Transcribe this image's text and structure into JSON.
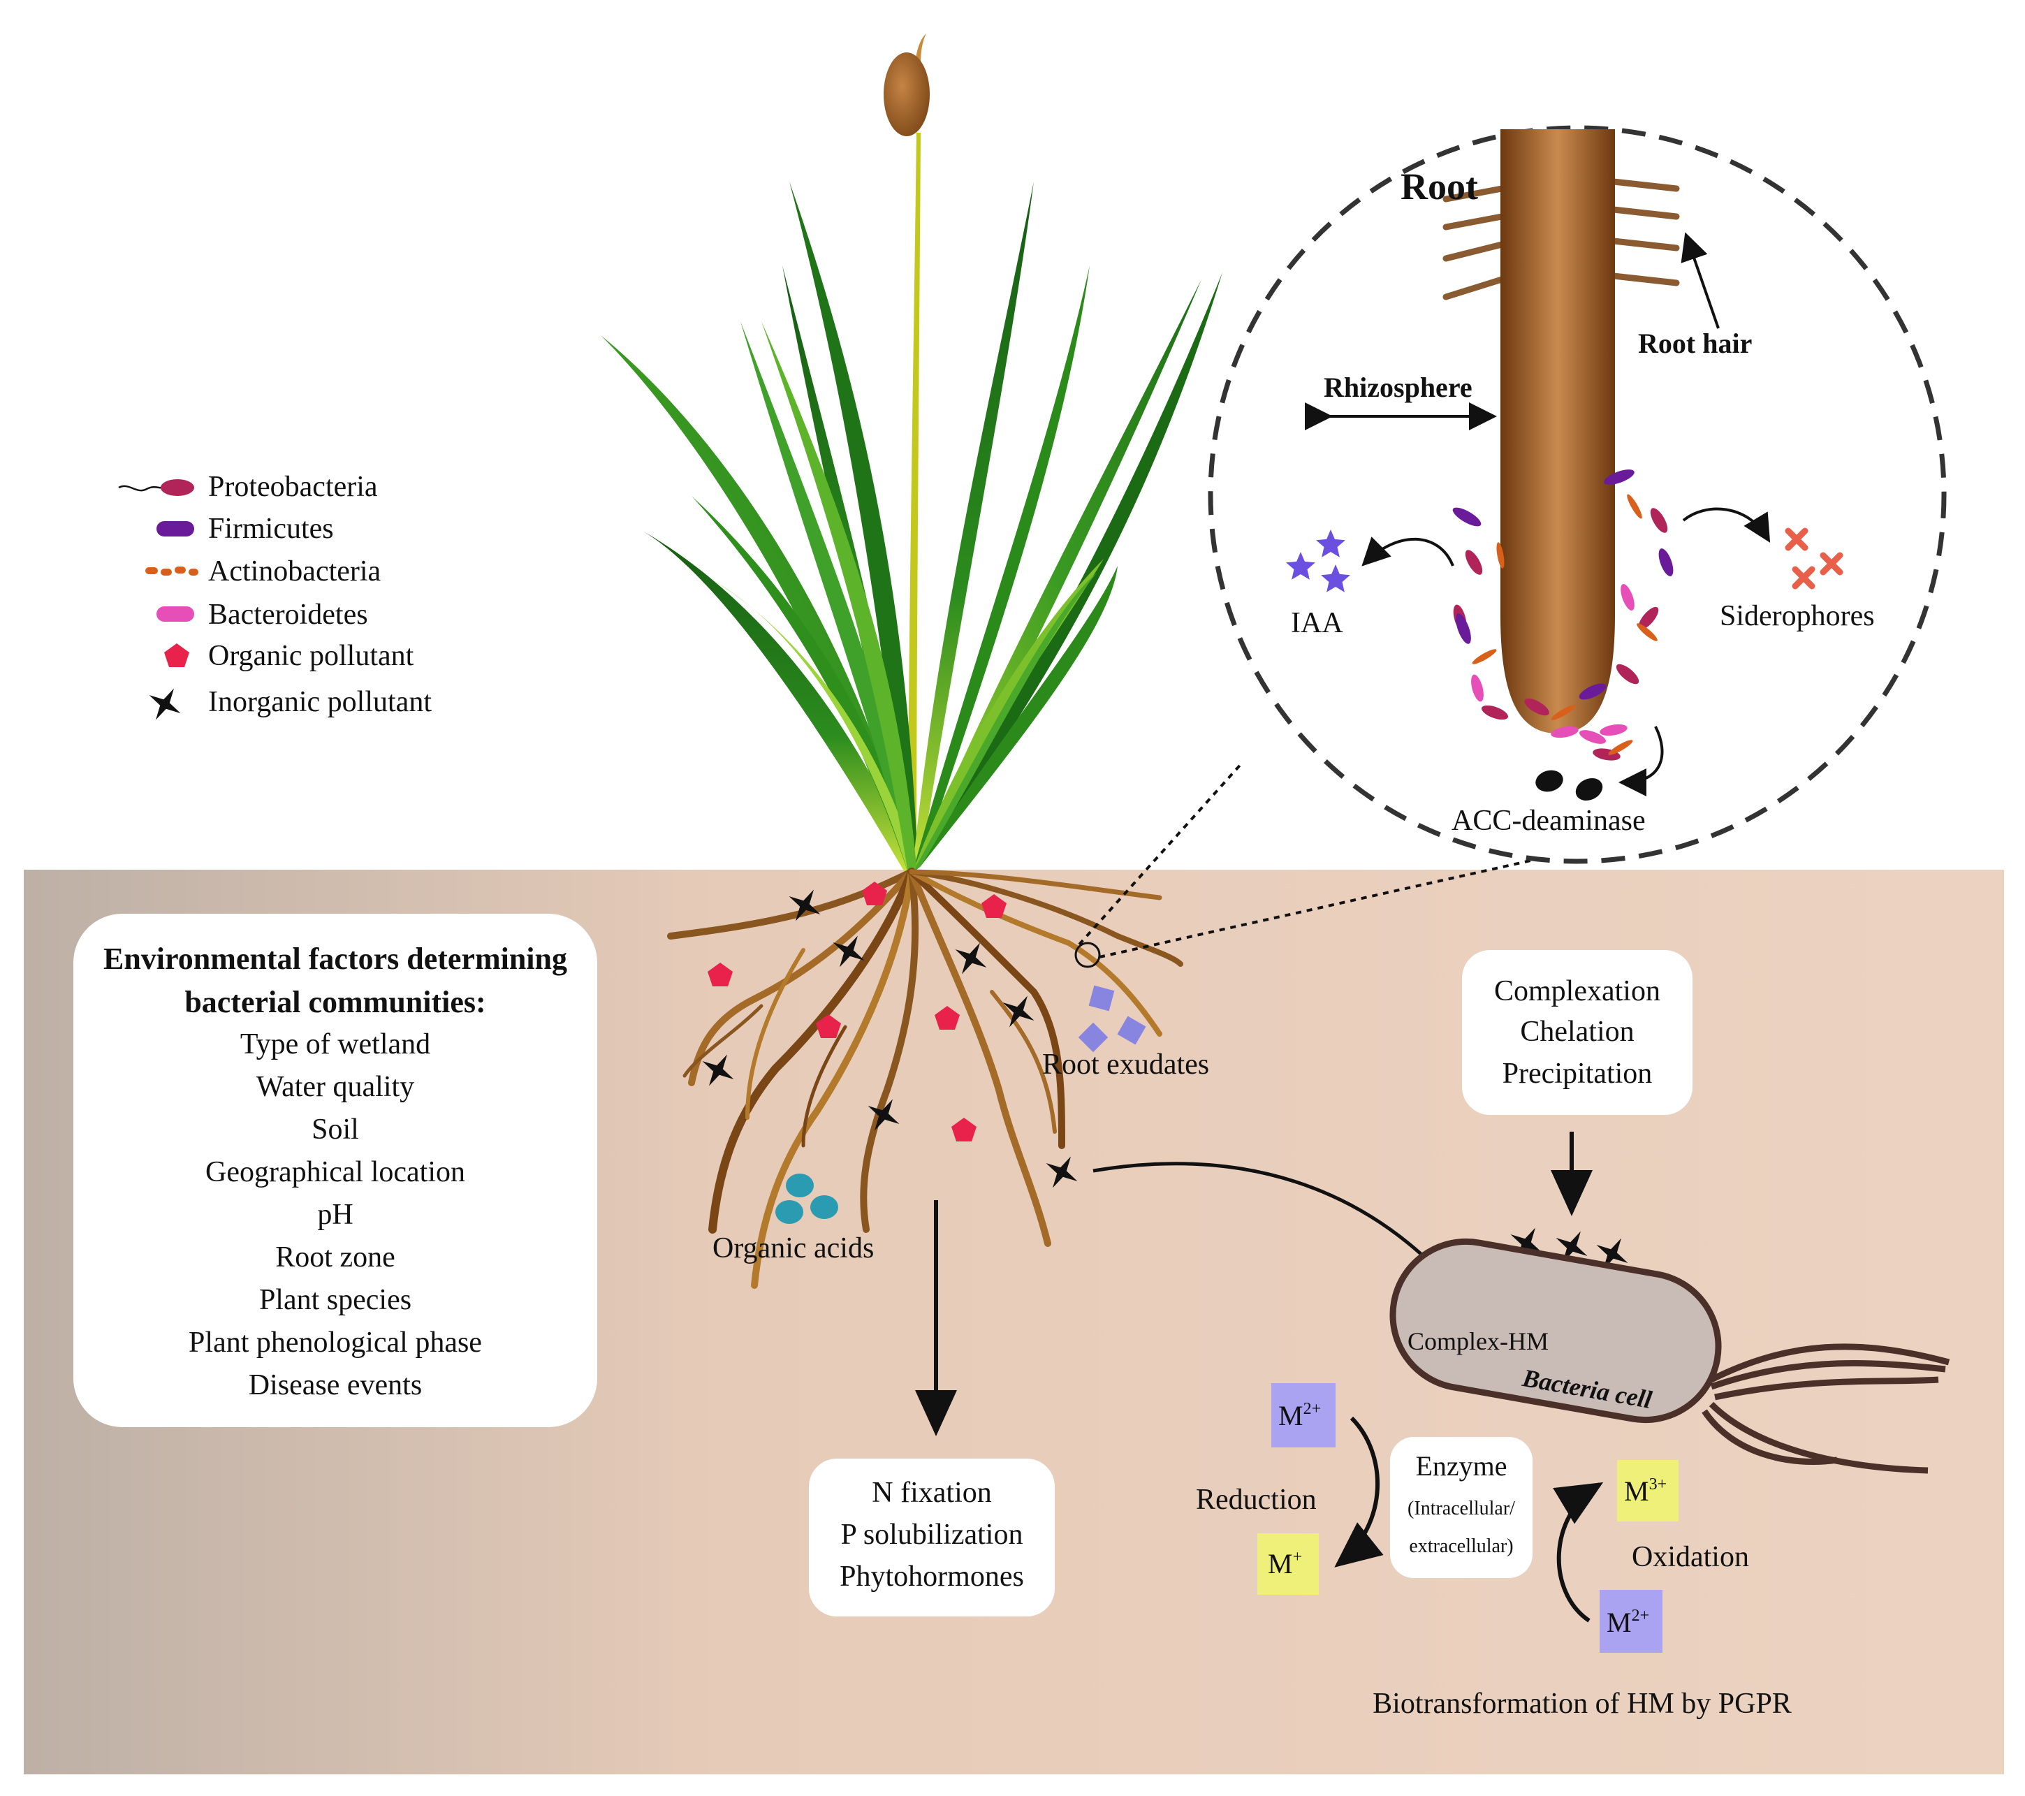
{
  "legend": {
    "proteobacteria": "Proteobacteria",
    "firmicutes": "Firmicutes",
    "actinobacteria": "Actinobacteria",
    "bacteroidetes": "Bacteroidetes",
    "organic_pollutant": "Organic pollutant",
    "inorganic_pollutant": "Inorganic pollutant"
  },
  "env_box": {
    "title_line1": "Environmental factors determining",
    "title_line2": "bacterial communities:",
    "items": [
      "Type of wetland",
      "Water quality",
      "Soil",
      "Geographical location",
      "pH",
      "Root zone",
      "Plant species",
      "Plant phenological phase",
      "Disease events"
    ]
  },
  "inset": {
    "root": "Root",
    "root_hair": "Root hair",
    "rhizosphere": "Rhizosphere",
    "iaa": "IAA",
    "siderophores": "Siderophores",
    "acc": "ACC-deaminase"
  },
  "soil": {
    "root_exudates": "Root exudates",
    "organic_acids": "Organic acids",
    "outputs": [
      "N fixation",
      "P solubilization",
      "Phytohormones"
    ],
    "complex": [
      "Complexation",
      "Chelation",
      "Precipitation"
    ],
    "complex_hm": "Complex-HM",
    "bacteria_cell": "Bacteria cell"
  },
  "redox": {
    "m2_top": "M",
    "m2_top_sup": "2+",
    "m_plus": "M",
    "m_plus_sup": "+",
    "m3": "M",
    "m3_sup": "3+",
    "m2_bottom": "M",
    "m2_bottom_sup": "2+",
    "reduction": "Reduction",
    "oxidation": "Oxidation",
    "enzyme": "Enzyme",
    "enzyme_sub1": "(Intracellular/",
    "enzyme_sub2": "extracellular)",
    "caption": "Biotransformation of HM by PGPR"
  },
  "colors": {
    "proteobacteria": "#b0245a",
    "firmicutes": "#6a1b9a",
    "actinobacteria": "#d9601a",
    "bacteroidetes": "#e64fb8",
    "organic_pollutant": "#e8224a",
    "soil_light": "#ead0be",
    "soil_dark": "#bfb2a8",
    "purple_box": "#a9a3f2",
    "yellow_box": "#eef07a"
  }
}
